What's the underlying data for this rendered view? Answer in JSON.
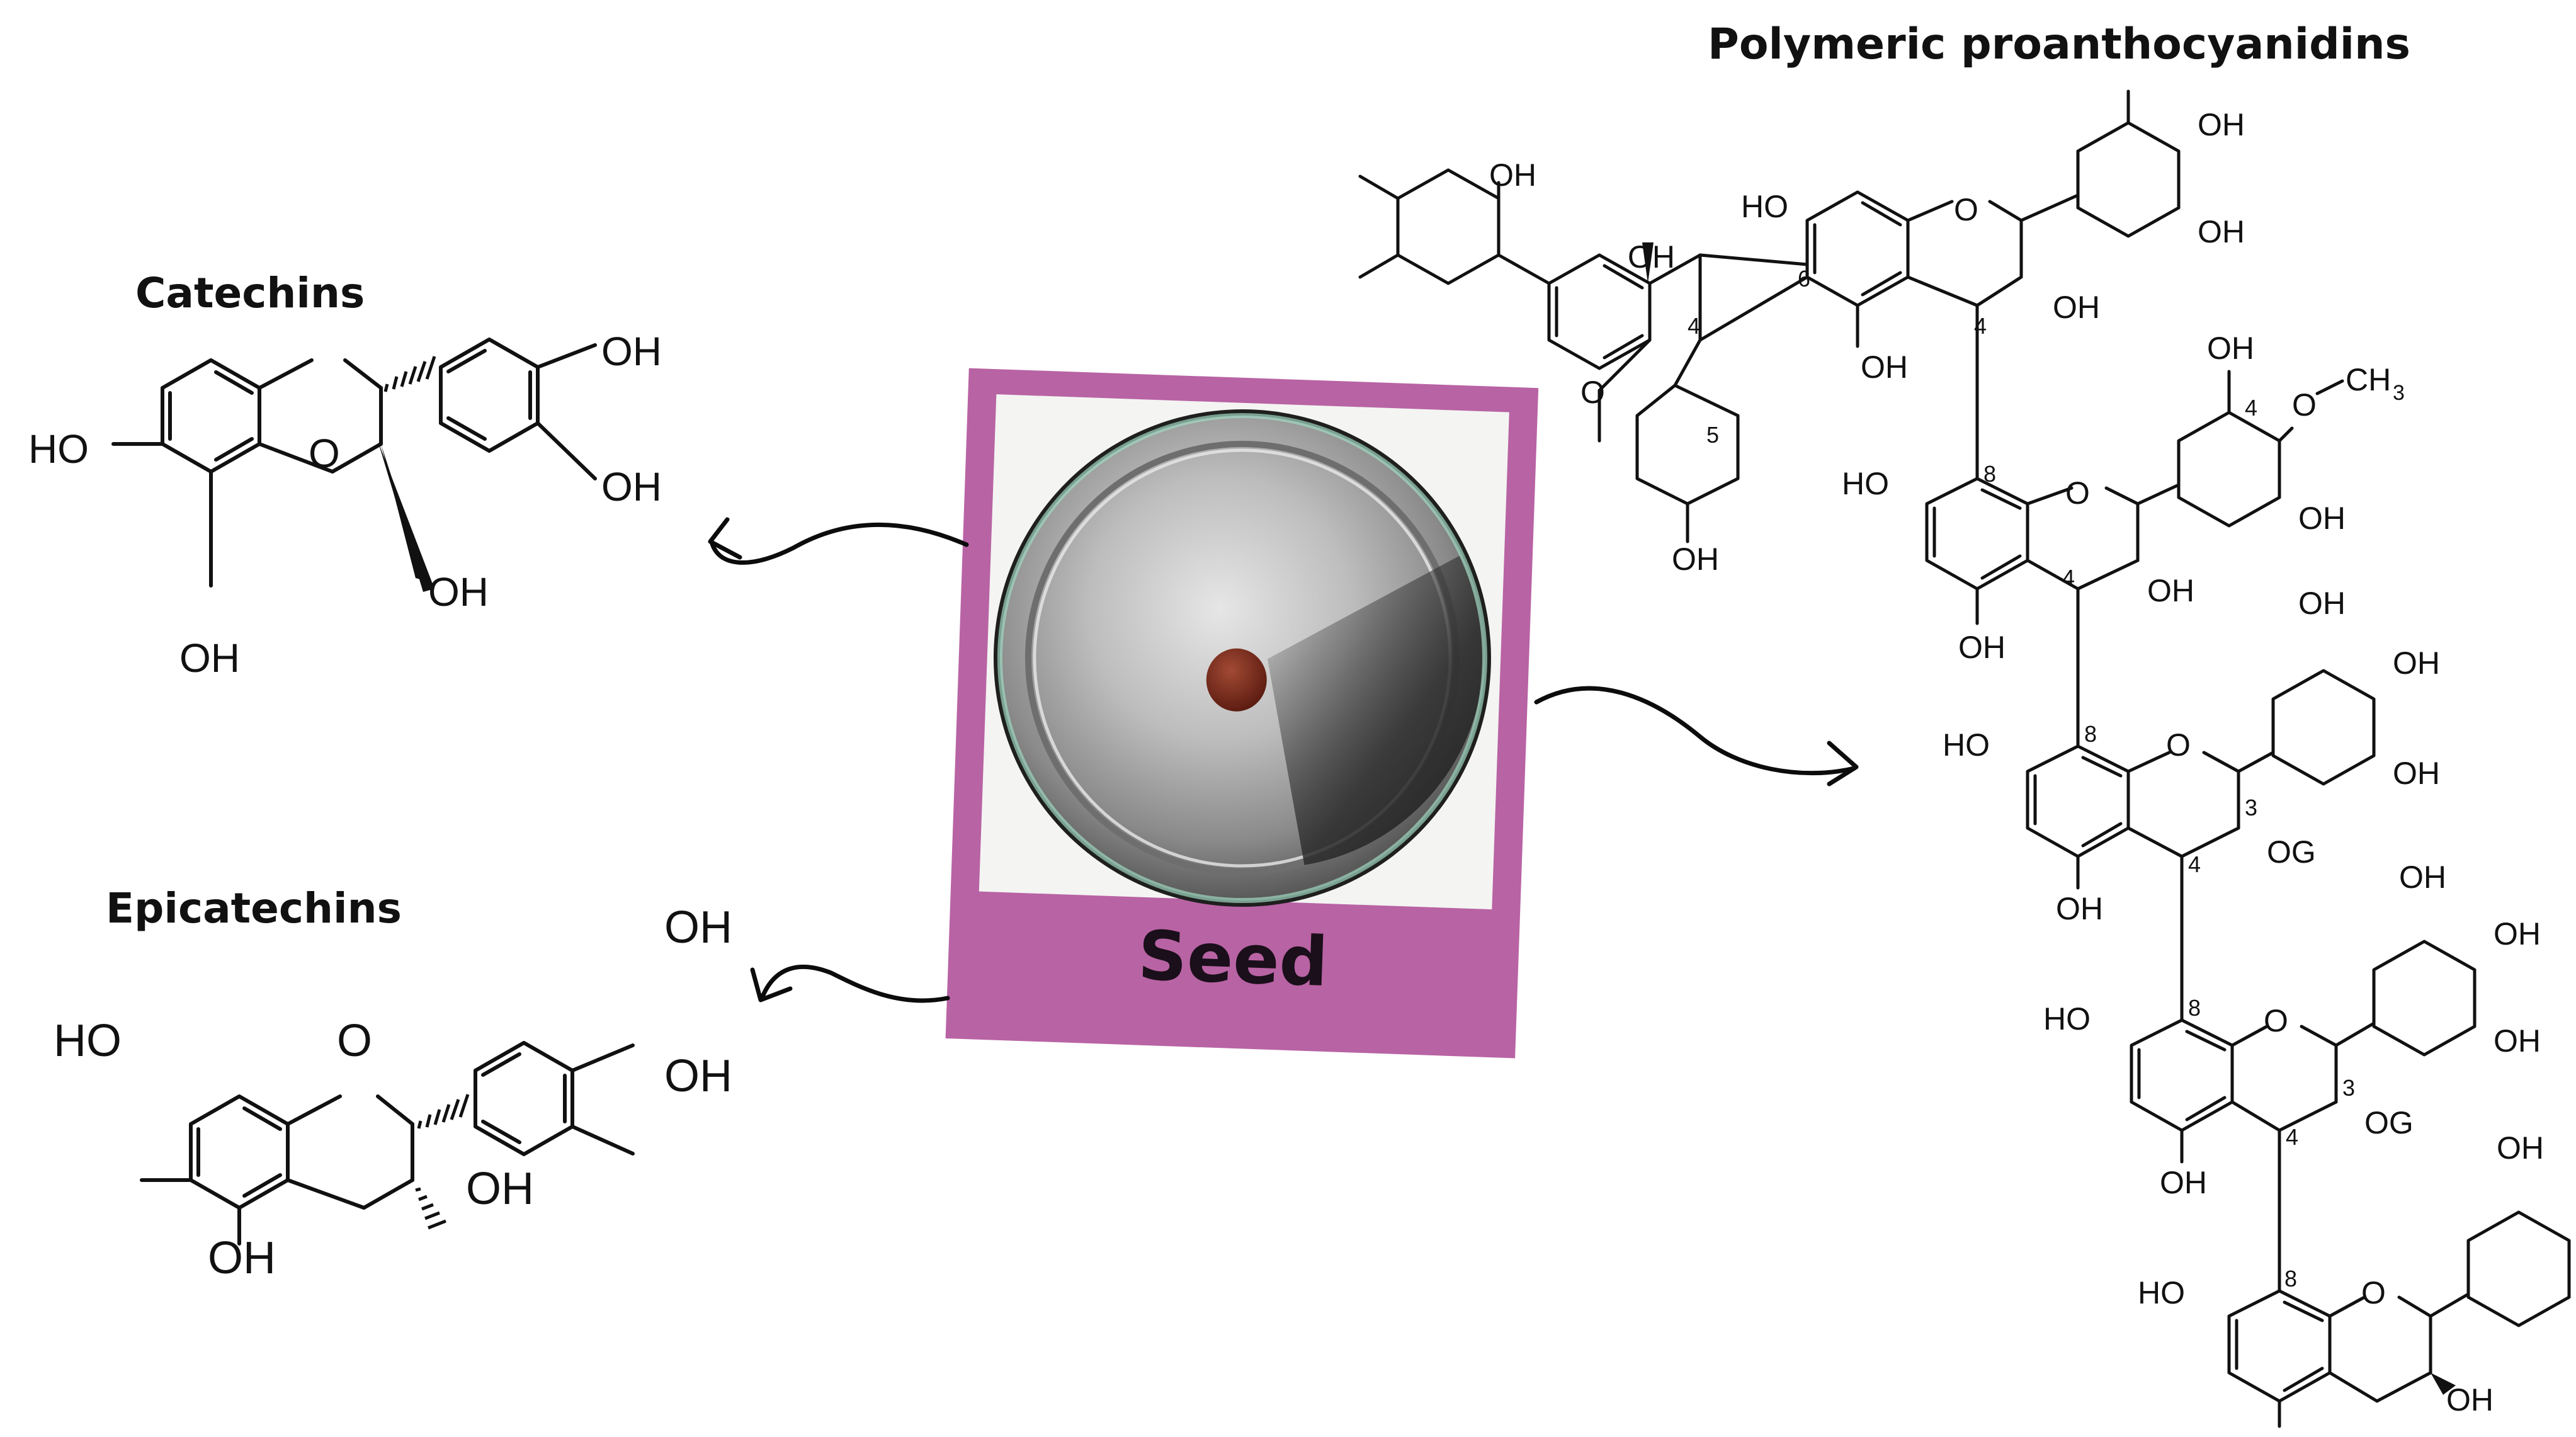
{
  "titles": {
    "catechins": "Catechins",
    "epicatechins": "Epicatechins",
    "polymeric": "Polymeric proanthocyanidins"
  },
  "seed": {
    "caption": "Seed"
  },
  "atoms": {
    "oh": "OH",
    "ho": "HO",
    "o": "O",
    "og": "OG",
    "ch3": "CH",
    "ch3_sub": "3"
  },
  "numbers": {
    "n3": "3",
    "n4": "4",
    "n5": "5",
    "n6": "6",
    "n8": "8"
  },
  "colors": {
    "frame": "#b863a4",
    "dish_rim": "#4f4f4f",
    "dish_glass": "#c8c8c8",
    "seed": "#7a2a1c",
    "ink": "#111111"
  }
}
